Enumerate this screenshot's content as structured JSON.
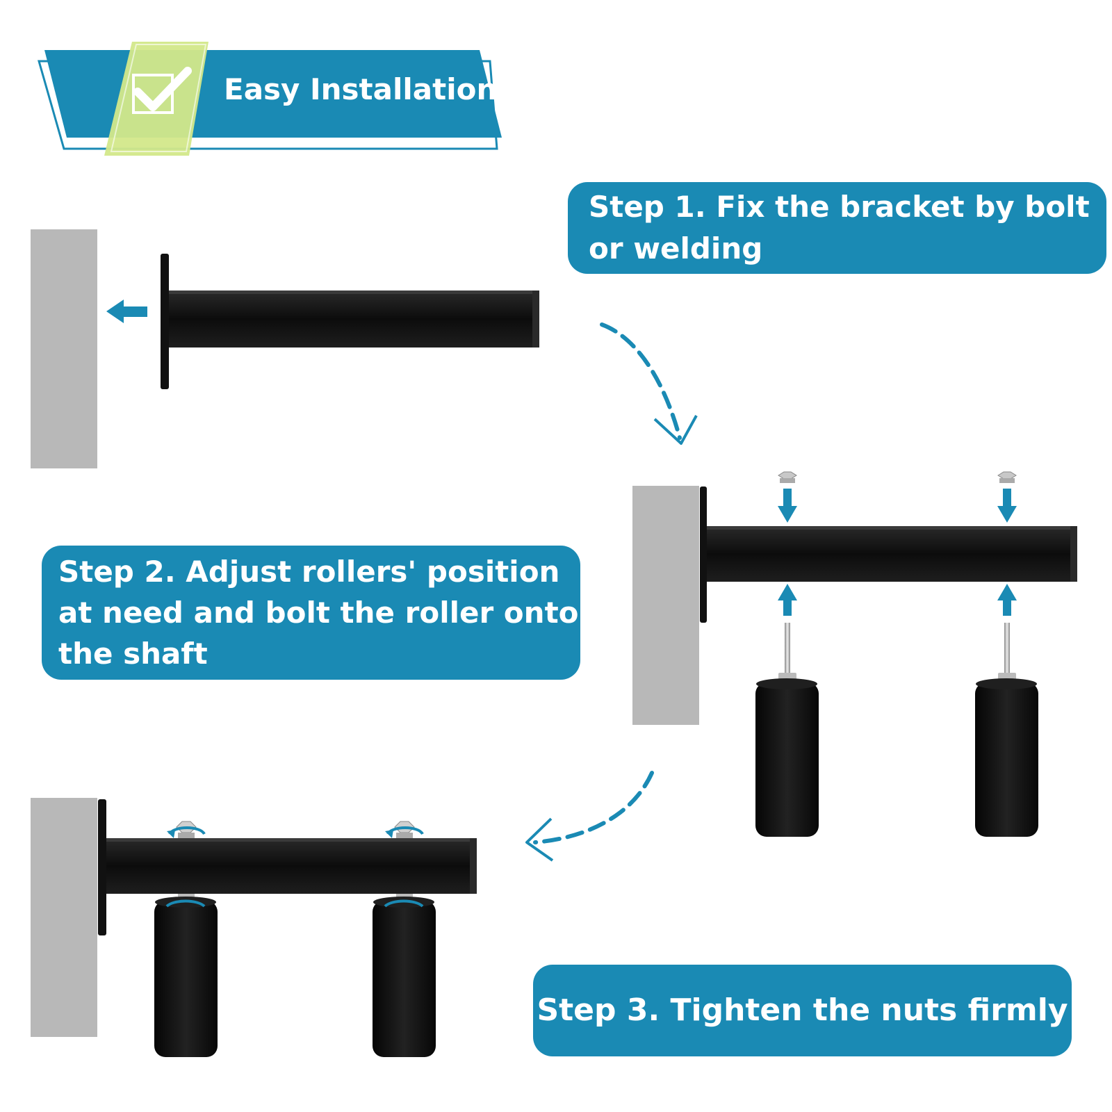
{
  "banner": {
    "title": "Easy Installation"
  },
  "steps": [
    {
      "text": "Step 1. Fix the bracket by bolt or welding"
    },
    {
      "text": "Step 2. Adjust rollers' position at need and bolt the roller onto the shaft"
    },
    {
      "text": "Step 3. Tighten the nuts firmly"
    }
  ],
  "colors": {
    "accent": "#1a8ab4",
    "accent_light": "#d3e88a",
    "wall": "#b8b8b8",
    "steel": "#141414"
  },
  "icons": [
    "checkmark-icon",
    "arrow-left-icon",
    "dashed-curved-arrow-icon",
    "arrow-down-icon",
    "arrow-up-icon",
    "rotate-icon"
  ]
}
